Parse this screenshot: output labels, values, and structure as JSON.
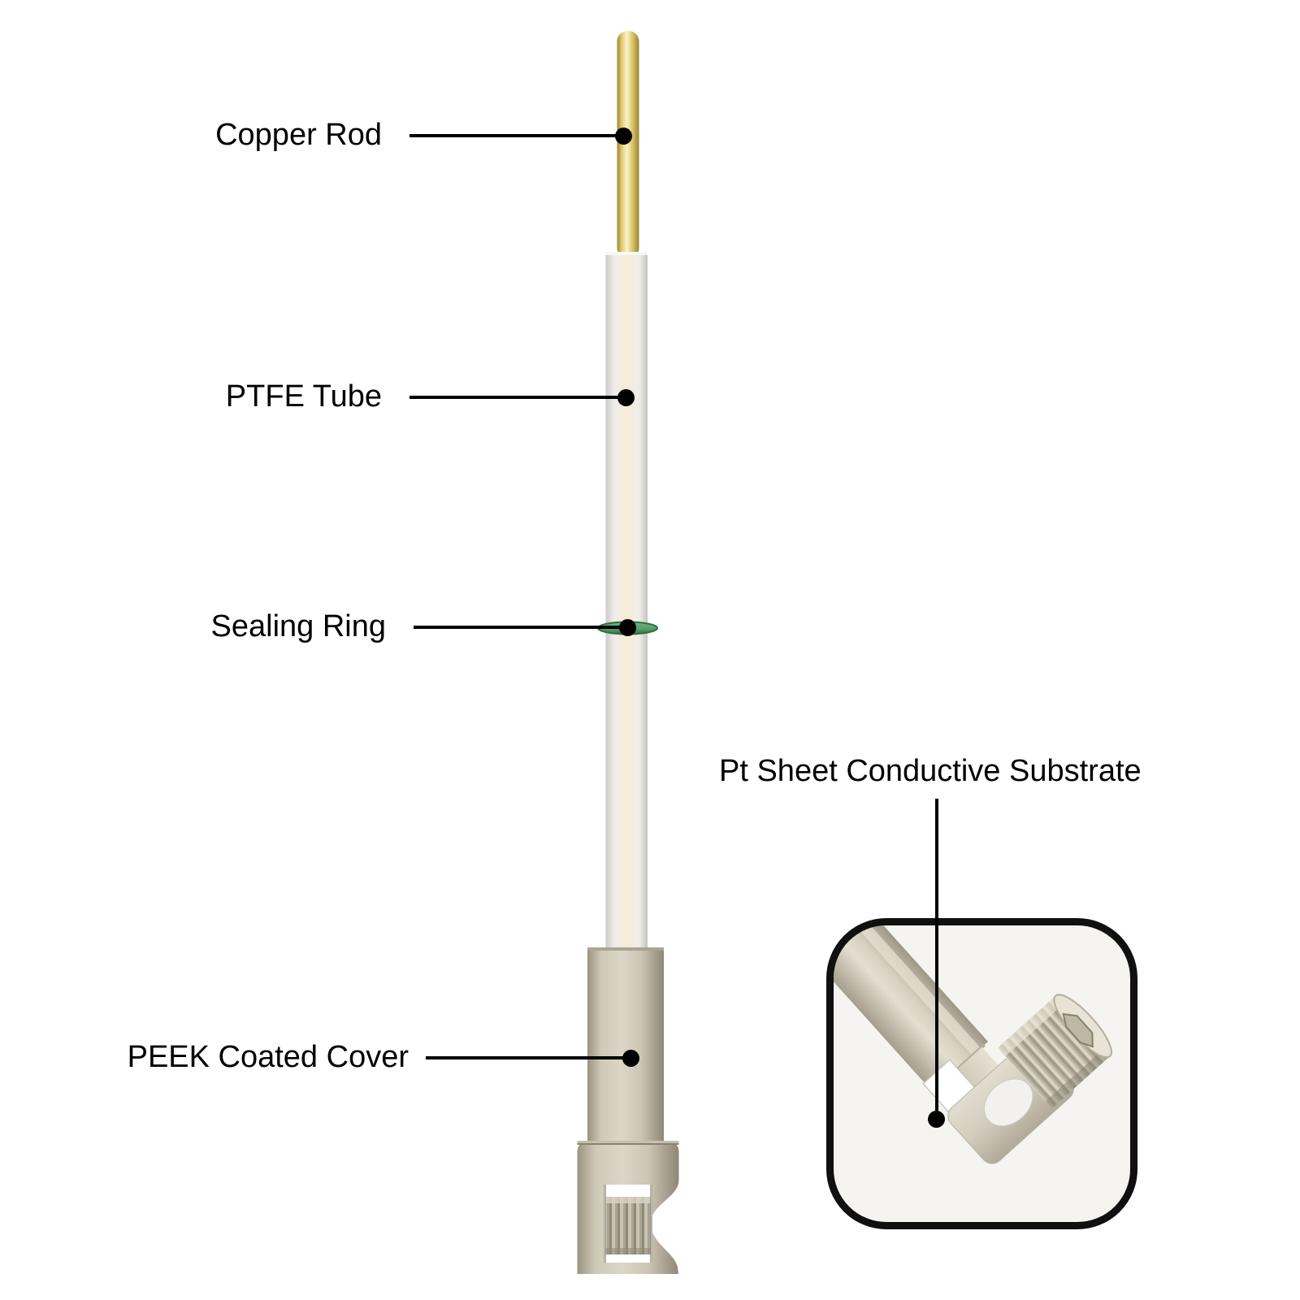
{
  "page": {
    "type": "product-structure-diagram",
    "subject": "Platinum sheet electrode with labeled parts and magnified tip detail"
  },
  "labels": {
    "copper_rod": "Copper Rod",
    "ptfe_tube": "PTFE Tube",
    "sealing_ring": "Sealing Ring",
    "peek_cover": "PEEK Coated Cover",
    "pt_sheet": "Pt Sheet Conductive Substrate"
  },
  "colors": {
    "background": "#ffffff",
    "label_text": "#000000",
    "leader_line": "#000000",
    "copper_rod_gold": "#e6cf7a",
    "copper_rod_gold_dark": "#a68c36",
    "copper_rod_highlight": "#faf3cd",
    "ptfe_tube_white": "#f1efeb",
    "ptfe_tube_warm_center": "#f6ecd6",
    "sealing_ring_green": "#58a46b",
    "sealing_ring_edge": "#2c6e3e",
    "peek_beige": "#d5cfbf",
    "peek_beige_dark": "#8e8775",
    "thread_gray": "#aaa493",
    "pt_sheet_white": "#ffffff",
    "inset_border": "#101010",
    "inset_background": "#f5f4f1"
  }
}
